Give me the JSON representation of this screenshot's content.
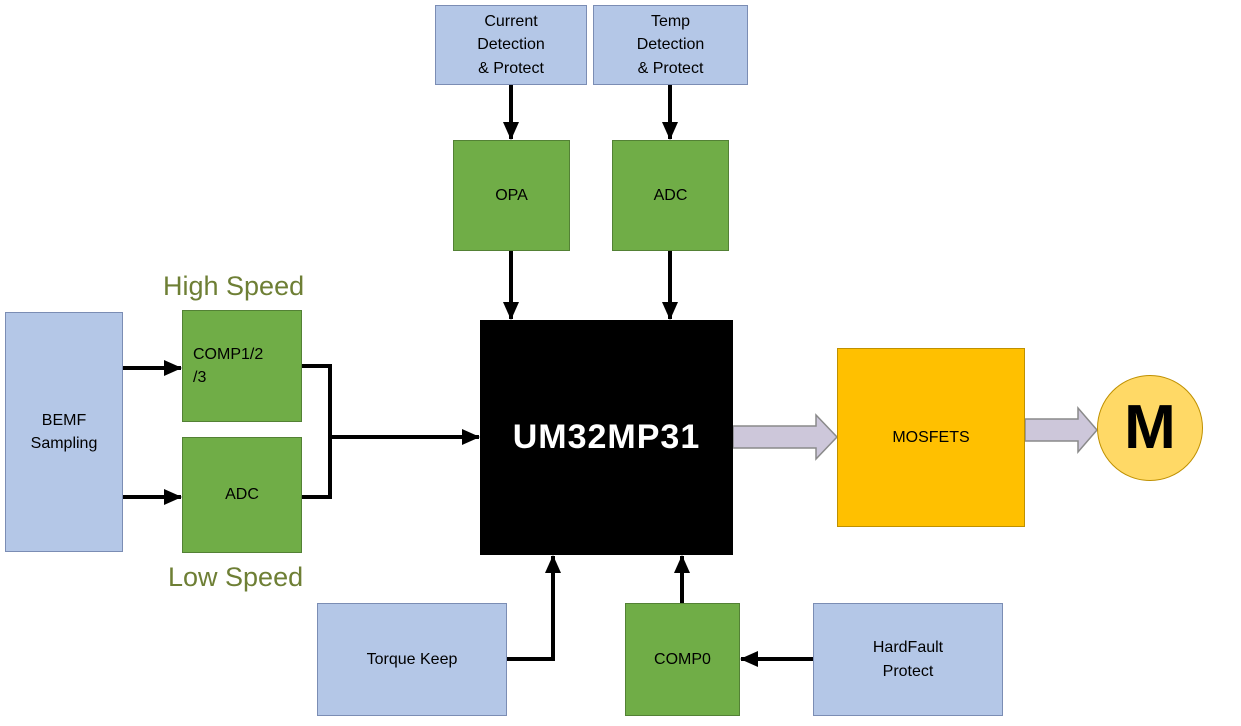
{
  "colors": {
    "box_blue": "#b4c7e7",
    "box_blue_border": "#7b8db4",
    "box_green": "#70ad47",
    "box_green_border": "#538135",
    "box_black": "#000000",
    "box_orange": "#ffc000",
    "box_orange_border": "#bf9000",
    "motor_yellow": "#ffd966",
    "arrow_black": "#000000",
    "block_arrow_fill": "#cdc7da",
    "block_arrow_border": "#8a8a8a",
    "speed_label_color": "#6e7f35"
  },
  "nodes": {
    "current_detection": {
      "label": "Current\nDetection\n& Protect"
    },
    "temp_detection": {
      "label": "Temp\nDetection\n& Protect"
    },
    "opa": {
      "label": "OPA"
    },
    "adc_top": {
      "label": "ADC"
    },
    "bemf": {
      "label": "BEMF\nSampling"
    },
    "comp123": {
      "label": "COMP1/2\n/3"
    },
    "adc_bemf": {
      "label": "ADC"
    },
    "mcu": {
      "label": "UM32MP31"
    },
    "mosfets": {
      "label": "MOSFETS"
    },
    "motor": {
      "label": "M"
    },
    "torque_keep": {
      "label": "Torque Keep"
    },
    "comp0": {
      "label": "COMP0"
    },
    "hardfault": {
      "label": "HardFault\nProtect"
    }
  },
  "annotations": {
    "high_speed": "High Speed",
    "low_speed": "Low Speed"
  }
}
